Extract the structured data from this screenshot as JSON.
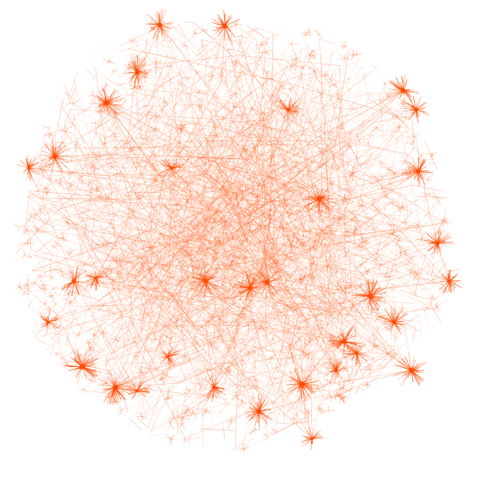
{
  "graph": {
    "edge_color": "#ff5a14",
    "node_color": "#ff4a00",
    "background": "#ffffff",
    "seed": 42,
    "hub_count": 34,
    "leaf_count": 2200,
    "backbone_edges": 700,
    "satellite_leaf_min": 3,
    "satellite_leaf_max": 9,
    "satellite_count": 650
  }
}
